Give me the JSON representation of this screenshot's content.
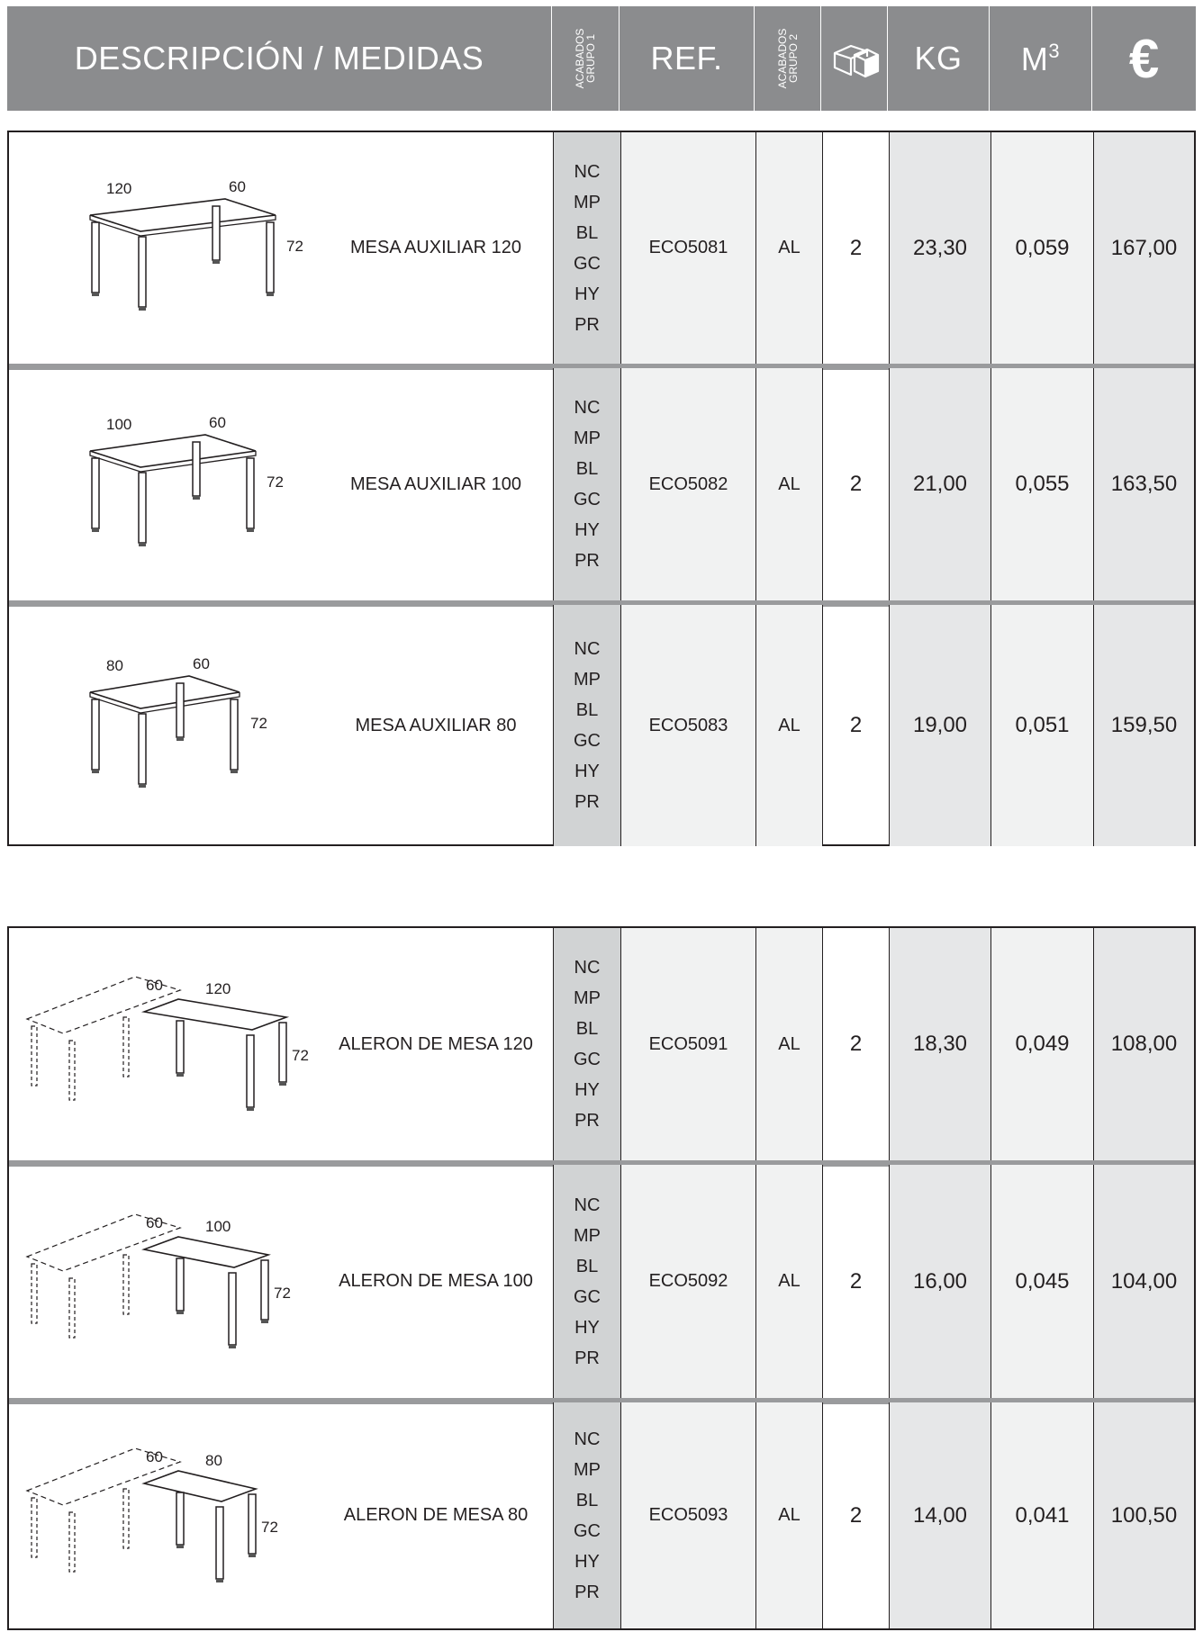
{
  "header": {
    "description": "DESCRIPCIÓN / MEDIDAS",
    "finish_group_1": [
      "ACABADOS",
      "GRUPO 1"
    ],
    "ref": "REF.",
    "finish_group_2": [
      "ACABADOS",
      "GRUPO 2"
    ],
    "packages_icon": "boxes-icon",
    "kg": "KG",
    "m3_base": "M",
    "m3_exp": "3",
    "price_symbol": "€"
  },
  "colors": {
    "header_bg": "#8b8c8e",
    "finish_col_bg": "#d1d3d4",
    "shaded_col_bg": "#e6e7e8",
    "separator": "#9a9b9d"
  },
  "finishes_group_1": [
    "NC",
    "MP",
    "BL",
    "GC",
    "HY",
    "PR"
  ],
  "groups": [
    {
      "rows": [
        {
          "name": "MESA AUXILIAR 120",
          "ref": "ECO5081",
          "finish2": "AL",
          "packages": "2",
          "kg": "23,30",
          "m3": "0,059",
          "price": "167,00",
          "dims": [
            "120",
            "60",
            "72"
          ]
        },
        {
          "name": "MESA AUXILIAR 100",
          "ref": "ECO5082",
          "finish2": "AL",
          "packages": "2",
          "kg": "21,00",
          "m3": "0,055",
          "price": "163,50",
          "dims": [
            "100",
            "60",
            "72"
          ]
        },
        {
          "name": "MESA AUXILIAR 80",
          "ref": "ECO5083",
          "finish2": "AL",
          "packages": "2",
          "kg": "19,00",
          "m3": "0,051",
          "price": "159,50",
          "dims": [
            "80",
            "60",
            "72"
          ]
        }
      ]
    },
    {
      "rows": [
        {
          "name": "ALERON DE MESA 120",
          "ref": "ECO5091",
          "finish2": "AL",
          "packages": "2",
          "kg": "18,30",
          "m3": "0,049",
          "price": "108,00",
          "dims": [
            "60",
            "120",
            "72"
          ]
        },
        {
          "name": "ALERON DE MESA 100",
          "ref": "ECO5092",
          "finish2": "AL",
          "packages": "2",
          "kg": "16,00",
          "m3": "0,045",
          "price": "104,00",
          "dims": [
            "60",
            "100",
            "72"
          ]
        },
        {
          "name": "ALERON DE MESA 80",
          "ref": "ECO5093",
          "finish2": "AL",
          "packages": "2",
          "kg": "14,00",
          "m3": "0,041",
          "price": "100,50",
          "dims": [
            "60",
            "80",
            "72"
          ]
        }
      ]
    }
  ]
}
